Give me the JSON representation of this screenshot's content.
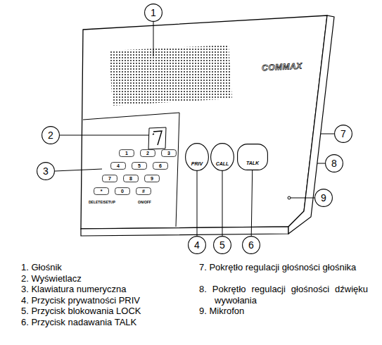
{
  "diagram": {
    "nodes": [
      {
        "text": [
          "1"
        ]
      },
      {
        "text": [
          "2"
        ]
      },
      {
        "text": [
          "3"
        ]
      },
      {
        "text": [
          "1"
        ]
      },
      {
        "text": [
          "2"
        ]
      },
      {
        "text": [
          "3"
        ]
      },
      {
        "text": [
          "4"
        ]
      },
      {
        "text": [
          "5"
        ]
      },
      {
        "text": [
          "6"
        ]
      },
      {
        "text": [
          "7"
        ]
      },
      {
        "text": [
          "8"
        ]
      },
      {
        "text": [
          "9"
        ]
      },
      {
        "text": [
          "*"
        ]
      },
      {
        "text": [
          "0"
        ]
      },
      {
        "text": [
          "#"
        ]
      },
      {
        "text": [
          "PRIV"
        ]
      },
      {
        "text": [
          "CALL"
        ]
      },
      {
        "text": [
          "TALK"
        ]
      },
      {
        "text": [
          "7"
        ]
      },
      {
        "text": [
          "8"
        ]
      },
      {
        "text": [
          "9"
        ]
      },
      {
        "text": [
          "4"
        ]
      },
      {
        "text": [
          "5"
        ]
      },
      {
        "text": [
          "6"
        ]
      }
    ],
    "edges": [
      {
        "from": 21,
        "to": 15,
        "arrow": "none"
      },
      {
        "from": 22,
        "to": 16,
        "arrow": "none"
      },
      {
        "from": 23,
        "to": 17,
        "arrow": "none"
      }
    ],
    "labels": [
      "COMMAX",
      "DELETE/SETUP",
      "ON/OFF",
      "1. Głośnik",
      "2. Wyświetlacz",
      "3. Klawiatura numeryczna",
      "4. Przycisk prywatności PRIV",
      "5. Przycisk blokowania LOCK",
      "6. Przycisk nadawania TALK",
      "7. Pokrętło regulacji głośności głośnika",
      "8. Pokrętło regulacji głośności dźwięku wywołania",
      "9. Mikrofon"
    ]
  }
}
